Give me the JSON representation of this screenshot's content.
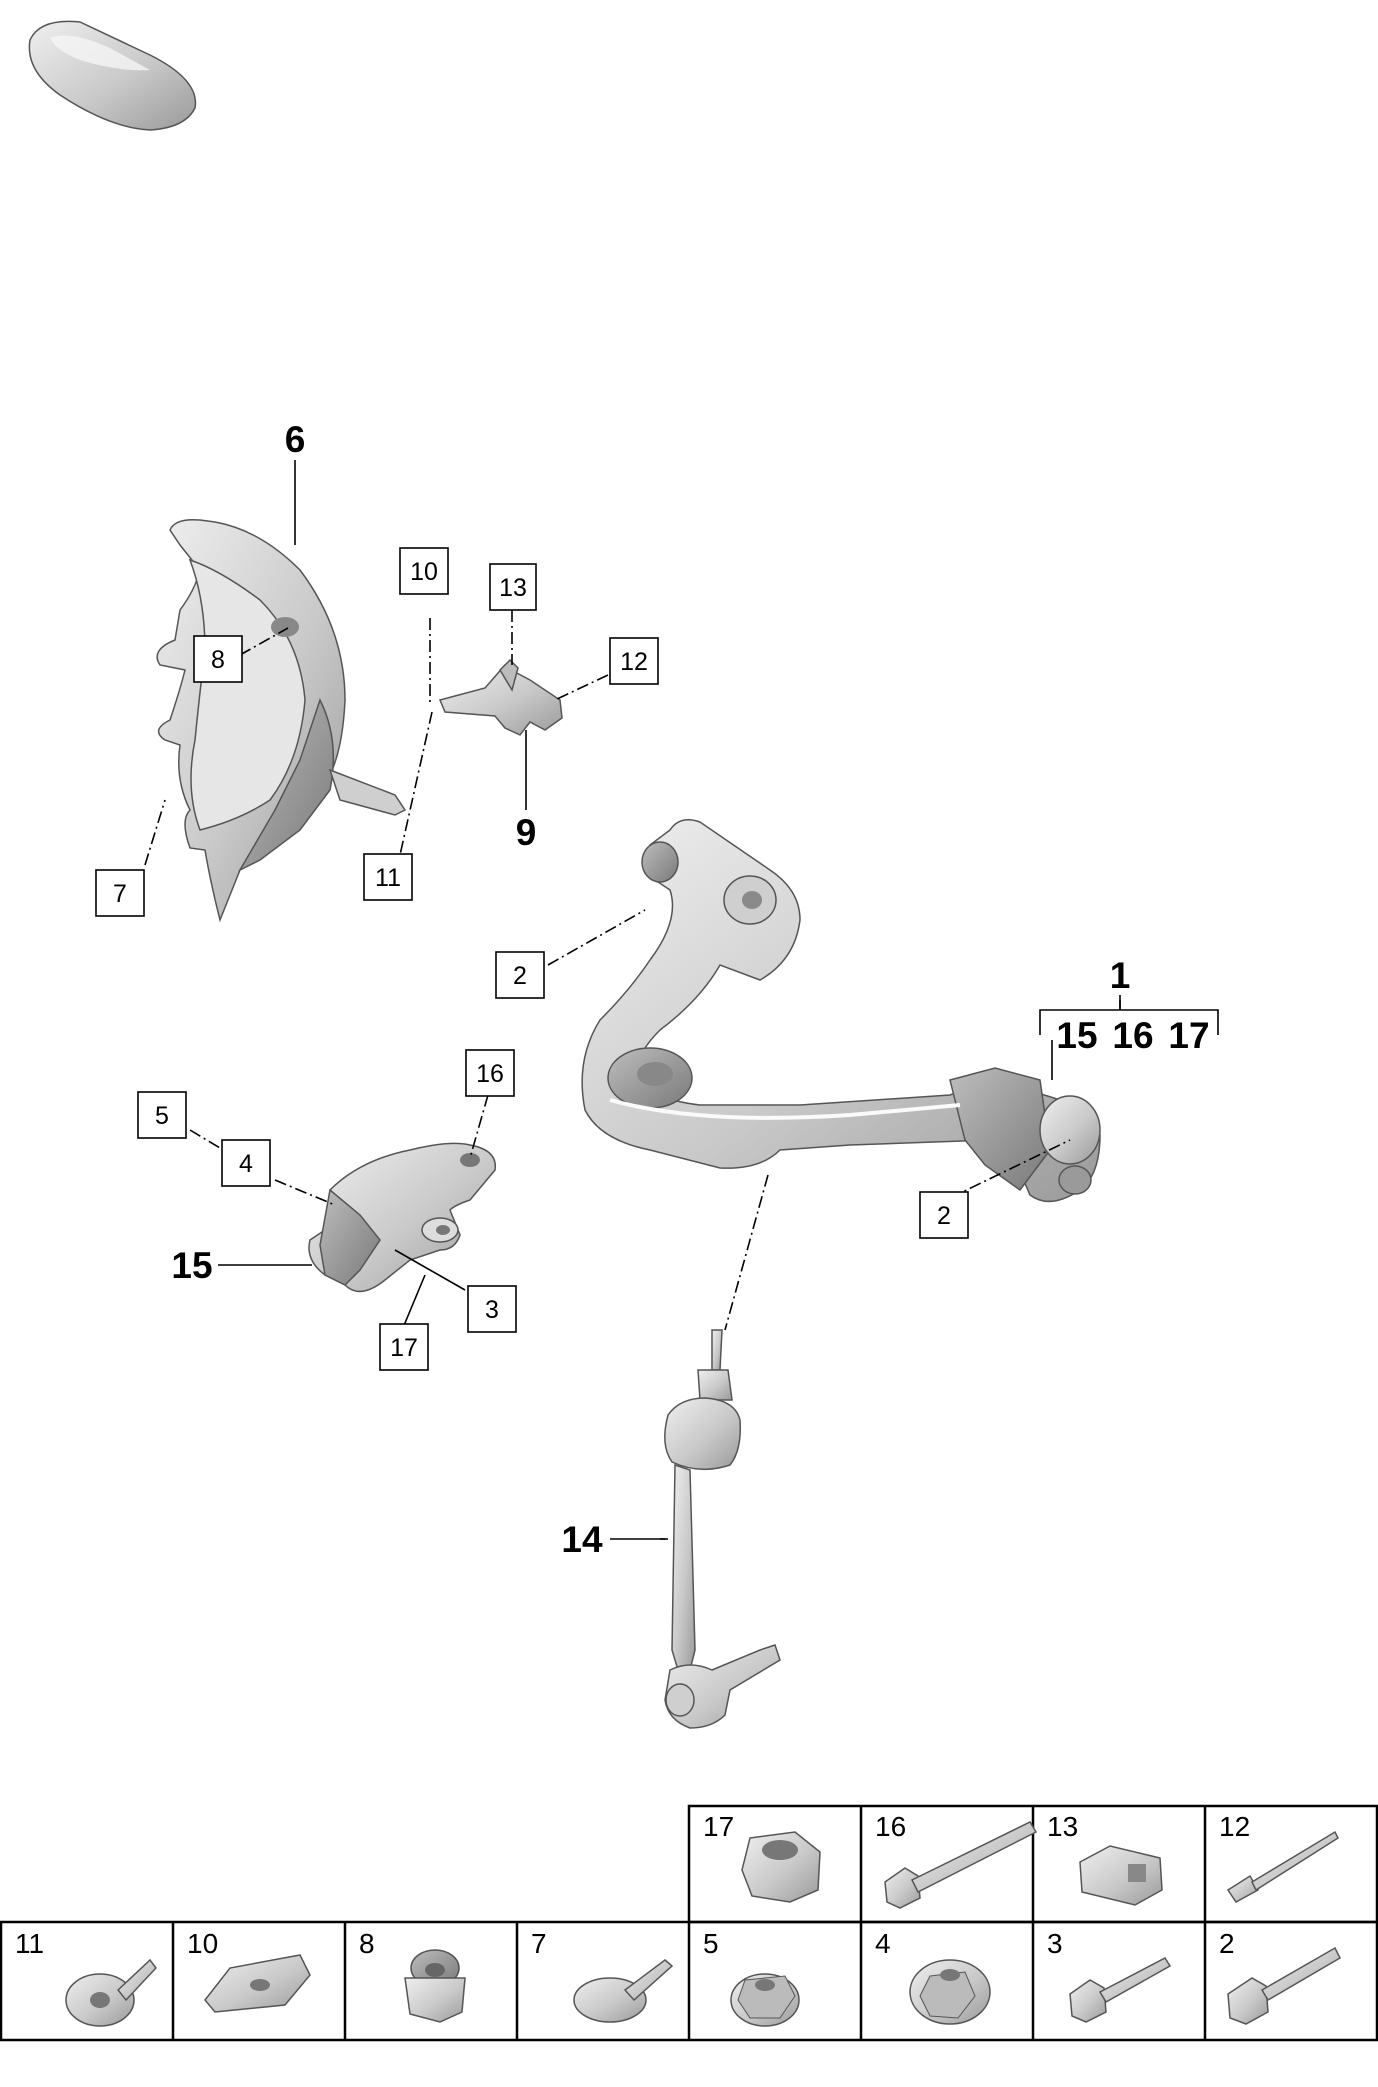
{
  "diagram": {
    "callouts_bold": {
      "six": "6",
      "nine": "9",
      "one": "1",
      "fifteen_sub": "15",
      "sixteen_sub": "16",
      "seventeen_sub": "17",
      "fifteen": "15",
      "fourteen": "14"
    },
    "callouts_boxed": {
      "ten": "10",
      "thirteen": "13",
      "twelve": "12",
      "eight": "8",
      "seven": "7",
      "eleven": "11",
      "two_upper": "2",
      "two_lower": "2",
      "sixteen": "16",
      "five": "5",
      "four": "4",
      "three": "3",
      "seventeen": "17"
    }
  },
  "parts_grid": {
    "top_row": [
      "17",
      "16",
      "13",
      "12"
    ],
    "bottom_row": [
      "11",
      "10",
      "8",
      "7",
      "5",
      "4",
      "3",
      "2"
    ]
  },
  "colors": {
    "part_fill": "#d8d8d8",
    "part_shadow": "#a8a8a8",
    "line": "#000000"
  }
}
